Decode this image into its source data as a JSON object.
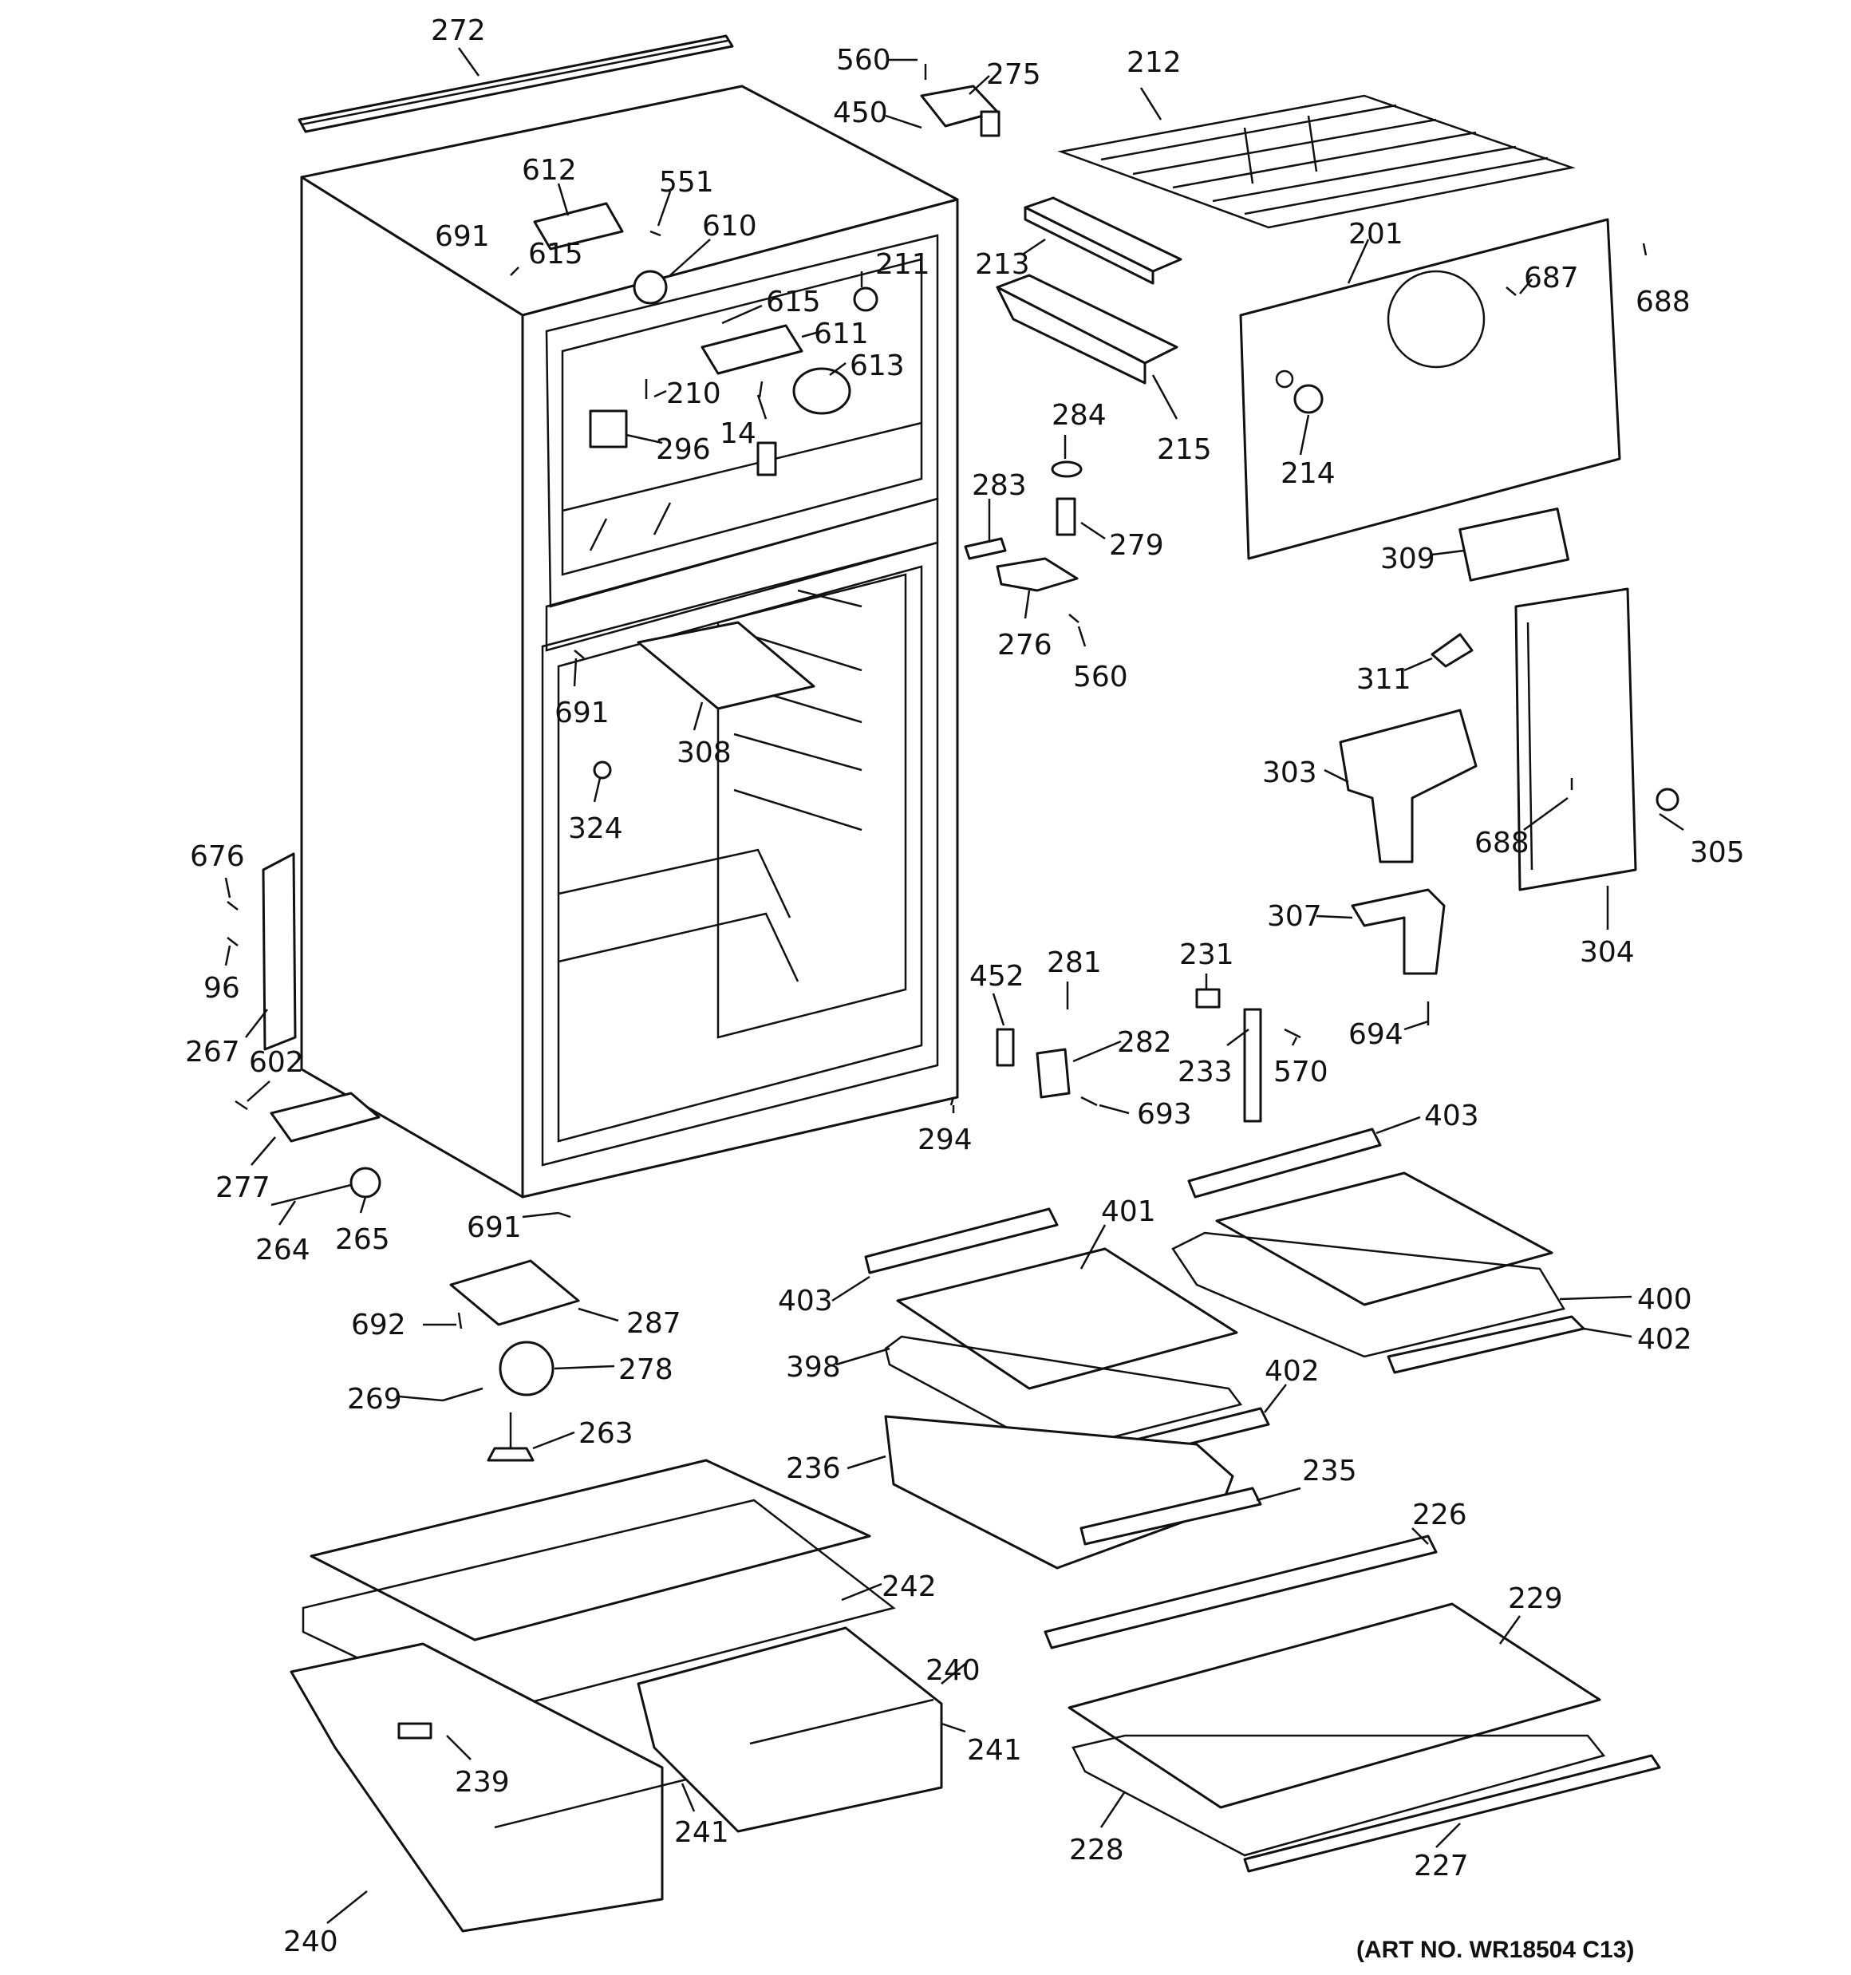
{
  "art_number": "(ART NO. WR18504 C13)",
  "labels": {
    "272": "272",
    "560a": "560",
    "275": "275",
    "450": "450",
    "212": "212",
    "612": "612",
    "551": "551",
    "610": "610",
    "691a": "691",
    "615a": "615",
    "615b": "615",
    "211": "211",
    "611": "611",
    "613": "613",
    "210": "210",
    "14": "14",
    "296": "296",
    "213": "213",
    "201": "201",
    "687": "687",
    "688a": "688",
    "284": "284",
    "215": "215",
    "214": "214",
    "283": "283",
    "279": "279",
    "309": "309",
    "276": "276",
    "560b": "560",
    "691b": "691",
    "308": "308",
    "324": "324",
    "311": "311",
    "303": "303",
    "688b": "688",
    "305": "305",
    "676": "676",
    "96": "96",
    "267": "267",
    "602": "602",
    "277": "277",
    "264": "264",
    "265": "265",
    "691c": "691",
    "294": "294",
    "452": "452",
    "281": "281",
    "282": "282",
    "693": "693",
    "231": "231",
    "233": "233",
    "570": "570",
    "694": "694",
    "307": "307",
    "304": "304",
    "403a": "403",
    "401": "401",
    "403b": "403",
    "400": "400",
    "402a": "402",
    "398": "398",
    "402b": "402",
    "236": "236",
    "235": "235",
    "692": "692",
    "287": "287",
    "278": "278",
    "269": "269",
    "263": "263",
    "226": "226",
    "242": "242",
    "229": "229",
    "240a": "240",
    "241a": "241",
    "239": "239",
    "241b": "241",
    "228": "228",
    "227": "227",
    "240b": "240"
  }
}
